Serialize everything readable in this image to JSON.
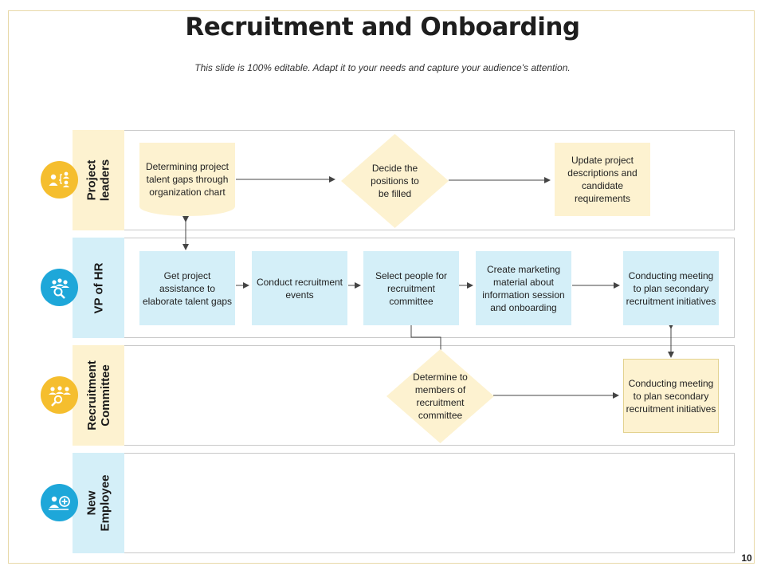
{
  "slide": {
    "title": "Recruitment and Onboarding",
    "subtitle": "This slide is 100% editable. Adapt it to your needs and capture your audience's attention.",
    "page_number": "10"
  },
  "lanes": [
    {
      "label": "Project\nleaders",
      "icon": "team-hierarchy-icon",
      "color": "#f5be2e"
    },
    {
      "label": "VP of HR",
      "icon": "people-search-icon",
      "color": "#1ea7d9"
    },
    {
      "label": "Recruitment\nCommittee",
      "icon": "committee-search-icon",
      "color": "#f5be2e"
    },
    {
      "label": "New\nEmployee",
      "icon": "add-employee-icon",
      "color": "#1ea7d9"
    }
  ],
  "nodes": {
    "determine_talent_gaps": "Determining project talent gaps through organization chart",
    "decide_positions": "Decide the positions to be filled",
    "update_descriptions": "Update project descriptions and candidate requirements",
    "get_assistance": "Get project assistance to elaborate talent gaps",
    "conduct_events": "Conduct recruitment events",
    "select_people": "Select people for recruitment committee",
    "create_marketing": "Create marketing material about information session and onboarding",
    "conduct_meeting_vp": "Conducting meeting to plan secondary recruitment initiatives",
    "determine_members": "Determine to members of recruitment committee",
    "conduct_meeting_rc": "Conducting meeting to plan secondary recruitment initiatives"
  },
  "colors": {
    "yellow_fill": "#fdf2d0",
    "blue_fill": "#d4eff8",
    "yellow_icon": "#f5be2e",
    "blue_icon": "#1ea7d9",
    "connector": "#444444"
  }
}
